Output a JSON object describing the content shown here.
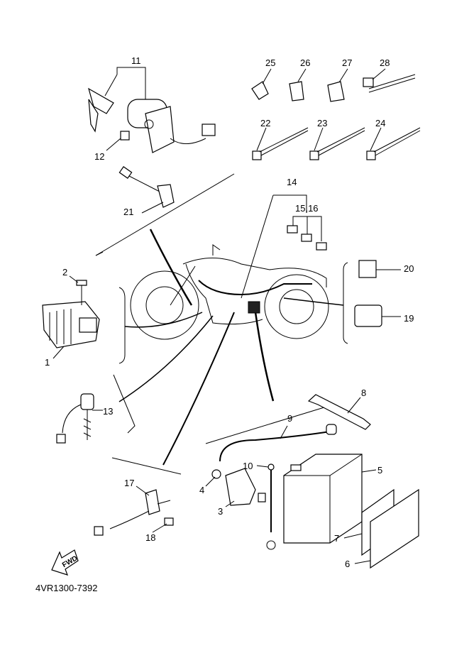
{
  "diagram": {
    "code": "4VR1300-7392",
    "fwd_label": "FWD",
    "callouts": {
      "c1": "1",
      "c2": "2",
      "c3": "3",
      "c4": "4",
      "c5": "5",
      "c6": "6",
      "c7": "7",
      "c8": "8",
      "c9": "9",
      "c10": "10",
      "c11": "11",
      "c12": "12",
      "c13": "13",
      "c14": "14",
      "c15_16": "15,16",
      "c17": "17",
      "c18": "18",
      "c19": "19",
      "c20": "20",
      "c21": "21",
      "c22": "22",
      "c23": "23",
      "c24": "24",
      "c25": "25",
      "c26": "26",
      "c27": "27",
      "c28": "28"
    }
  }
}
